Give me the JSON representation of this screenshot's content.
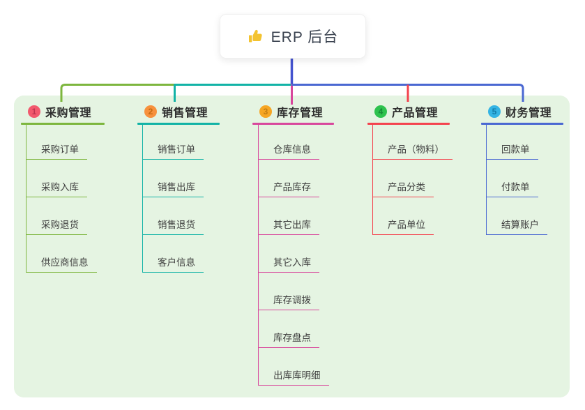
{
  "canvas": {
    "background": "#ffffff",
    "panel_background": "#e5f4e2"
  },
  "root": {
    "label": "ERP 后台",
    "icon": "thumbs-up-icon",
    "icon_color": "#f3c330",
    "accent": "#4453cf"
  },
  "branches": [
    {
      "index": "1",
      "label": "采购管理",
      "badge_color": "#f2596d",
      "badge_digit_color": "#bf3550",
      "line_color": "#7db63e",
      "children": [
        "采购订单",
        "采购入库",
        "采购退货",
        "供应商信息"
      ]
    },
    {
      "index": "2",
      "label": "销售管理",
      "badge_color": "#f7913d",
      "badge_digit_color": "#c66a12",
      "line_color": "#12b3a6",
      "children": [
        "销售订单",
        "销售出库",
        "销售退货",
        "客户信息"
      ]
    },
    {
      "index": "3",
      "label": "库存管理",
      "badge_color": "#f6a623",
      "badge_digit_color": "#c37d12",
      "line_color": "#d8479c",
      "children": [
        "仓库信息",
        "产品库存",
        "其它出库",
        "其它入库",
        "库存调拨",
        "库存盘点",
        "出库库明细"
      ]
    },
    {
      "index": "4",
      "label": "产品管理",
      "badge_color": "#2ec24e",
      "badge_digit_color": "#178a38",
      "line_color": "#f4434e",
      "children": [
        "产品（物料）",
        "产品分类",
        "产品单位"
      ]
    },
    {
      "index": "5",
      "label": "财务管理",
      "badge_color": "#34b4e4",
      "badge_digit_color": "#147ca8",
      "line_color": "#4a68d2",
      "children": [
        "回款单",
        "付款单",
        "结算账户"
      ]
    }
  ]
}
